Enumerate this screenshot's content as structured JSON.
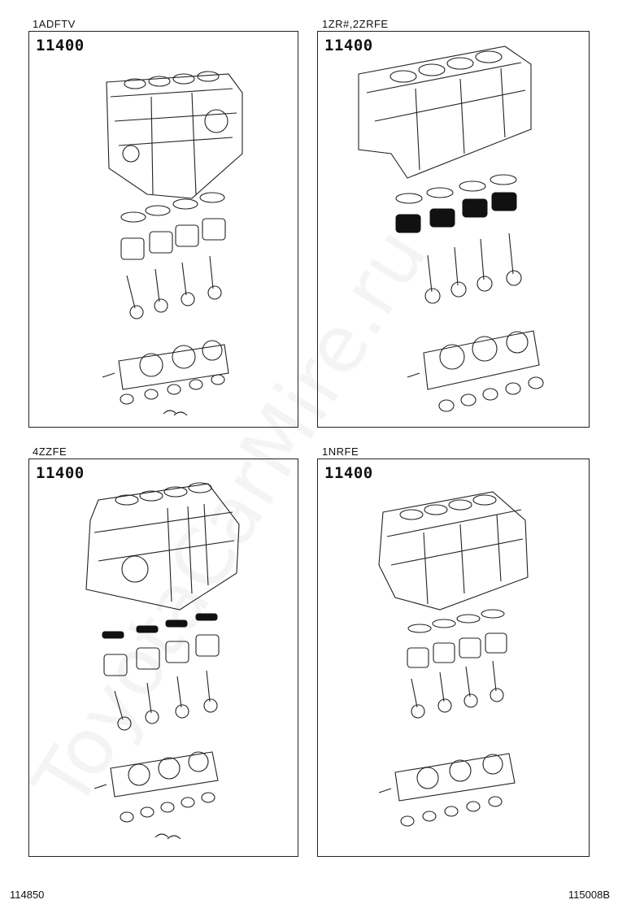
{
  "panels": [
    {
      "caption": "1ADFTV",
      "code": "11400"
    },
    {
      "caption": "1ZR#,2ZRFE",
      "code": "11400"
    },
    {
      "caption": "4ZZFE",
      "code": "11400"
    },
    {
      "caption": "1NRFE",
      "code": "11400"
    }
  ],
  "footer": {
    "left": "114850",
    "right": "115008B"
  },
  "watermark": "ToyotaCarMire.ru"
}
